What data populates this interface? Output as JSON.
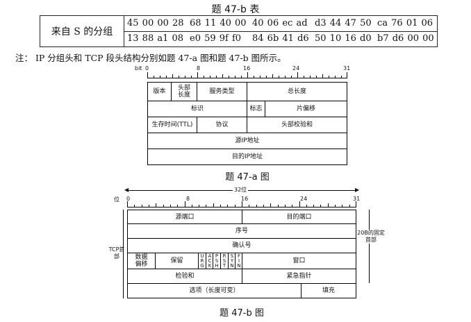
{
  "table_caption": "题 47-b 表",
  "table": {
    "row_header": "来自 S 的分组",
    "rows": [
      [
        "45 00 00 28",
        "68 11 40 00",
        "40 06 ec ad",
        "d3 44 47 50",
        "ca 76 01 06"
      ],
      [
        "13 88 a1 08",
        "e0 59 9f f0",
        "84 6b 41 d6",
        "50 10 16 d0",
        "b7 d6 00 00"
      ]
    ]
  },
  "note": "注： IP 分组头和 TCP 段头结构分别如题 47-a 图和题 47-b 图所示。",
  "ip_diagram": {
    "bit_label": "bit",
    "ticks": [
      "0",
      "8",
      "16",
      "24",
      "31"
    ],
    "row1": [
      "版本",
      "头部长度",
      "服务类型",
      "总长度"
    ],
    "row2": [
      "标识",
      "标志",
      "片偏移"
    ],
    "row3": [
      "生存时间(TTL)",
      "协议",
      "头部校验和"
    ],
    "row4": "源IP地址",
    "row5": "目的IP地址",
    "caption": "题 47-a 图"
  },
  "tcp_diagram": {
    "width_label": "32位",
    "pos_label": "位",
    "ticks": [
      "0",
      "8",
      "16",
      "24",
      "31"
    ],
    "left_label": "TCP首部",
    "right_label": "20B的固定首部",
    "row1": [
      "源端口",
      "目的端口"
    ],
    "row2": "序号",
    "row3": "确认号",
    "row4": [
      "数据偏移",
      "保留"
    ],
    "flags": [
      "URG",
      "ACK",
      "PSH",
      "RST",
      "SYN",
      "FIN"
    ],
    "row4_window": "窗口",
    "row5": [
      "检验和",
      "紧急指针"
    ],
    "row6": [
      "选项（长度可变）",
      "填充"
    ],
    "caption": "题 47-b 图"
  }
}
